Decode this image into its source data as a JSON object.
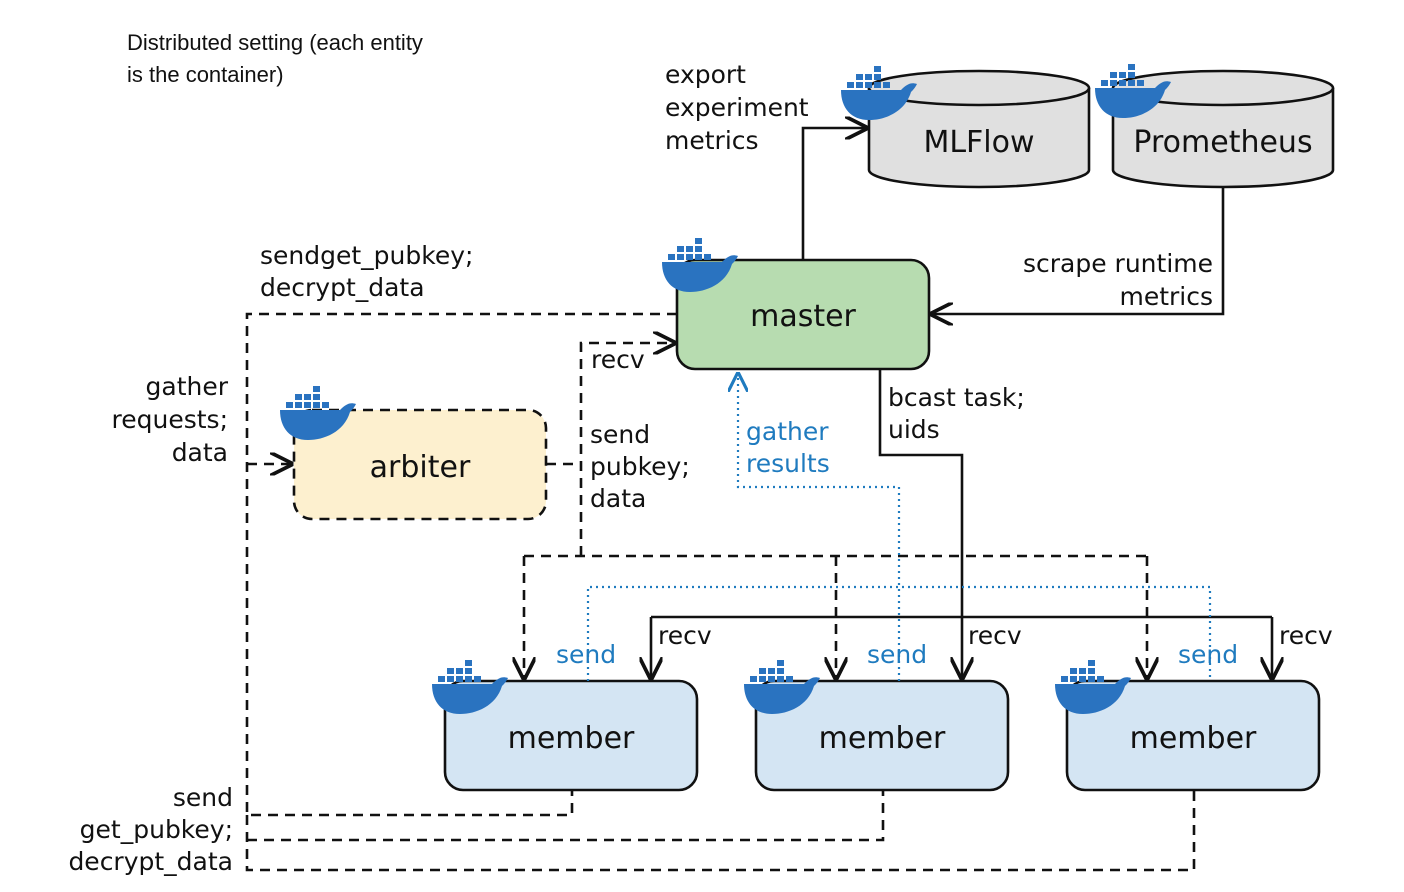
{
  "caption": [
    "Distributed setting (each entity",
    "is the container)"
  ],
  "nodes": {
    "mlflow": "MLFlow",
    "prometheus": "Prometheus",
    "master": "master",
    "arbiter": "arbiter",
    "member": "member"
  },
  "labels": {
    "export": [
      "export",
      "experiment",
      "metrics"
    ],
    "scrape": [
      "scrape runtime",
      "metrics"
    ],
    "sendget": [
      "sendget_pubkey;",
      "decrypt_data"
    ],
    "recv": "recv",
    "gather_req": [
      "gather",
      "requests;",
      "data"
    ],
    "send_pubkey": [
      "send",
      "pubkey;",
      "data"
    ],
    "gather_results": [
      "gather",
      "results"
    ],
    "bcast": [
      "bcast task;",
      "uids"
    ],
    "send": "send",
    "send_get": [
      "send",
      "get_pubkey;",
      "decrypt_data"
    ]
  },
  "colors": {
    "mlflow_fill": "#e0e0e0",
    "master_fill": "#b7dcb0",
    "arbiter_fill": "#fdf0cf",
    "member_fill": "#d4e5f3",
    "accent_blue": "#1f7bbf",
    "docker_blue": "#2a73c0"
  },
  "icons": [
    "docker-whale-icon"
  ]
}
